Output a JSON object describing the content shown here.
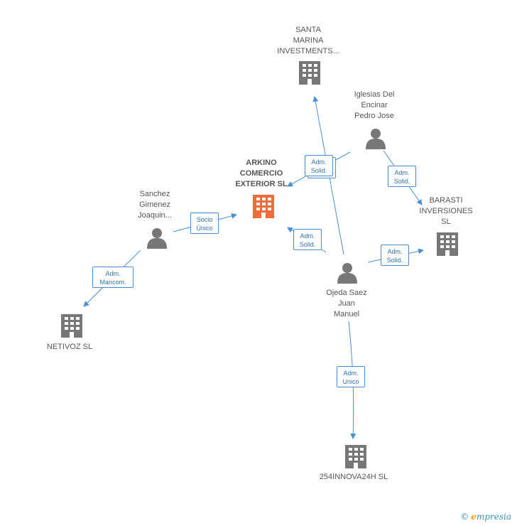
{
  "colors": {
    "edge": "#4a8fd6",
    "company": "#777777",
    "focus_company": "#f26b3a",
    "person": "#777777"
  },
  "nodes": {
    "santa_marina": {
      "lines": [
        "SANTA",
        "MARINA",
        "INVESTMENTS..."
      ],
      "icon": "building-icon"
    },
    "iglesias": {
      "lines": [
        "Iglesias Del",
        "Encinar",
        "Pedro Jose"
      ],
      "icon": "person-icon"
    },
    "arkino": {
      "lines": [
        "ARKINO",
        "COMERCIO",
        "EXTERIOR SL"
      ],
      "icon": "building-icon-highlight"
    },
    "sanchez": {
      "lines": [
        "Sanchez",
        "Gimenez",
        "Joaquin..."
      ],
      "icon": "person-icon"
    },
    "barasti": {
      "lines": [
        "BARASTI",
        "INVERSIONES",
        "SL"
      ],
      "icon": "building-icon"
    },
    "ojeda": {
      "lines": [
        "Ojeda Saez",
        "Juan",
        "Manuel"
      ],
      "icon": "person-icon"
    },
    "netivoz": {
      "lines": [
        "NETIVOZ SL"
      ],
      "icon": "building-icon"
    },
    "innova": {
      "lines": [
        "254INNOVA24H SL"
      ],
      "icon": "building-icon"
    }
  },
  "edges": {
    "iglesias_arkino": [
      "Adm.",
      "Solid."
    ],
    "iglesias_barasti": [
      "Adm.",
      "Solid."
    ],
    "sanchez_arkino": [
      "Socio",
      "Único"
    ],
    "sanchez_netivoz": [
      "Adm.",
      "Mancom."
    ],
    "ojeda_arkino": [
      "Adm.",
      "Solid."
    ],
    "ojeda_barasti": [
      "Adm.",
      "Solid."
    ],
    "ojeda_innova": [
      "Adm.",
      "Unico"
    ]
  },
  "footer": {
    "copyright": "©",
    "brand_first": "e",
    "brand_rest": "mpresia"
  }
}
